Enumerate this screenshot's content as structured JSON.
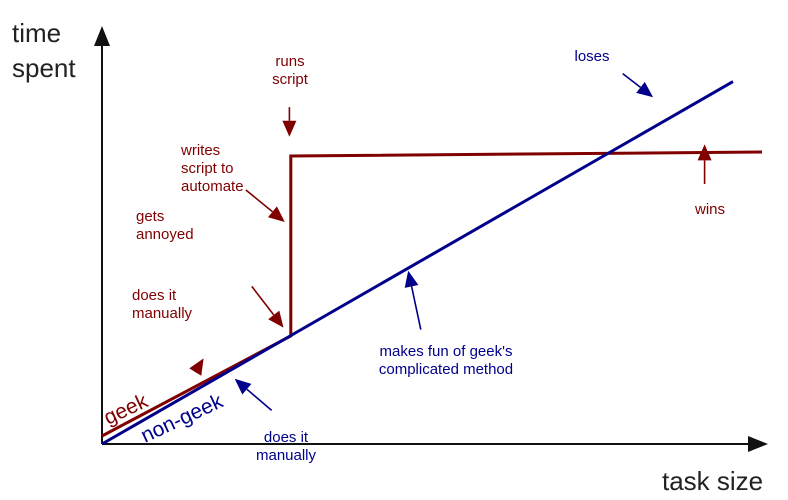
{
  "chart_data": {
    "type": "line",
    "xlabel": "task size",
    "ylabel_lines": [
      "time",
      "spent"
    ],
    "xlim": [
      0,
      100
    ],
    "ylim": [
      0,
      100
    ],
    "grid": false,
    "legend": "none",
    "series": [
      {
        "name": "geek",
        "color": "#800000",
        "x": [
          0,
          28.6,
          28.6,
          100
        ],
        "y": [
          2,
          27,
          72,
          73
        ]
      },
      {
        "name": "non-geek",
        "color": "#00008b",
        "x": [
          0,
          95.6
        ],
        "y": [
          0,
          90.6
        ]
      }
    ],
    "annotations": [
      {
        "id": "geek-manual",
        "lines": [
          "does it",
          "manually"
        ],
        "color": "#800000",
        "ax": 15.4,
        "ay": 21.4,
        "tx": 14.4,
        "ty": 18.7
      },
      {
        "id": "geek-annoyed",
        "lines": [
          "gets",
          "annoyed"
        ],
        "color": "#800000",
        "ax": 27.5,
        "ay": 29.1,
        "tx": 22.7,
        "ty": 39.4
      },
      {
        "id": "geek-writes",
        "lines": [
          "writes",
          "script to",
          "automate"
        ],
        "color": "#800000",
        "ax": 27.7,
        "ay": 55.5,
        "tx": 21.8,
        "ty": 63.5
      },
      {
        "id": "geek-runs",
        "lines": [
          "runs",
          "script"
        ],
        "color": "#800000",
        "ax": 28.4,
        "ay": 76.8,
        "tx": 28.4,
        "ty": 84.2
      },
      {
        "id": "geek-wins",
        "lines": [
          "wins"
        ],
        "color": "#800000",
        "ax": 91.3,
        "ay": 74.9,
        "tx": 91.3,
        "ty": 65.0
      },
      {
        "id": "nongeek-loses",
        "lines": [
          "loses"
        ],
        "color": "#00008b",
        "ax": 83.5,
        "ay": 86.7,
        "tx": 78.9,
        "ty": 92.6
      },
      {
        "id": "nongeek-fun",
        "lines": [
          "makes fun of geek's",
          "complicated method"
        ],
        "color": "#00008b",
        "ax": 46.4,
        "ay": 43.3,
        "tx": 48.3,
        "ty": 28.6
      },
      {
        "id": "nongeek-manual",
        "lines": [
          "does it",
          "manually"
        ],
        "color": "#00008b",
        "ax": 20.1,
        "ay": 16.3,
        "tx": 25.7,
        "ty": 8.4
      }
    ]
  }
}
